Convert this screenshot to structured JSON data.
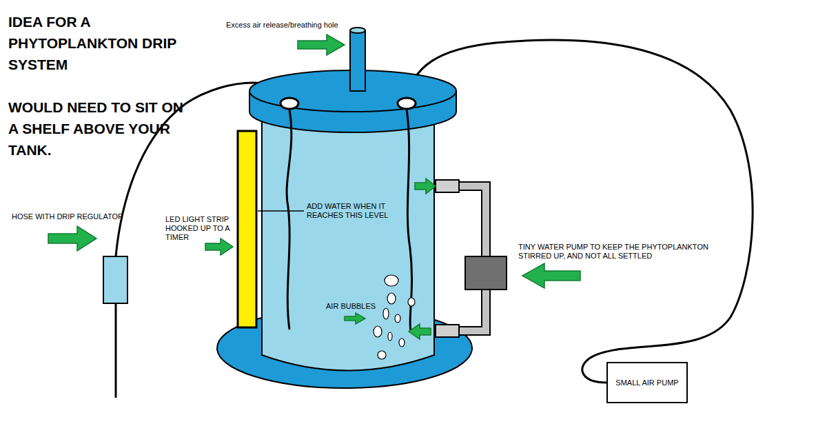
{
  "diagram": {
    "title": "IDEA FOR A PHYTOPLANKTON DRIP SYSTEM",
    "nodes": [
      {
        "text": [
          "SMALL AIR PUMP"
        ]
      }
    ],
    "labels": [
      "WOULD NEED TO SIT ON A SHELF ABOVE YOUR TANK.",
      "Excess air release/breathing hole",
      "HOSE WITH DRIP REGULATOR",
      "LED LIGHT STRIP HOOKED UP TO A TIMER",
      "ADD WATER WHEN IT REACHES THIS LEVEL",
      "TINY WATER PUMP TO KEEP THE PHYTOPLANKTON STIRRED UP, AND NOT ALL SETTLED",
      "AIR BUBBLES"
    ]
  }
}
